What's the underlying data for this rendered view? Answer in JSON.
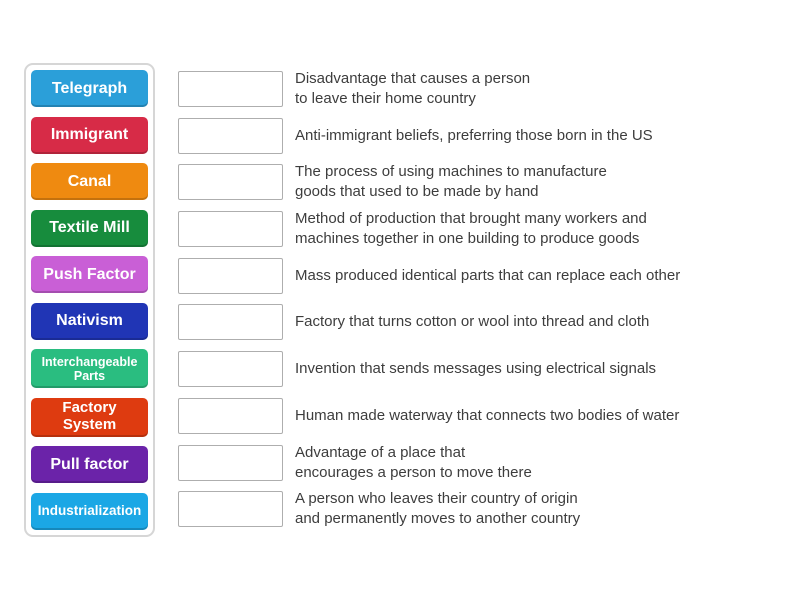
{
  "tiles": [
    {
      "label": "Telegraph",
      "color": "#2b9fd9"
    },
    {
      "label": "Immigrant",
      "color": "#d72b47"
    },
    {
      "label": "Canal",
      "color": "#ef8a10"
    },
    {
      "label": "Textile Mill",
      "color": "#178c3d"
    },
    {
      "label": "Push Factor",
      "color": "#c95fd6"
    },
    {
      "label": "Nativism",
      "color": "#2035b5"
    },
    {
      "label": "Interchangeable\nParts",
      "color": "#2abd80"
    },
    {
      "label": "Factory\nSystem",
      "color": "#de3b10"
    },
    {
      "label": "Pull factor",
      "color": "#6b23a9"
    },
    {
      "label": "Industrialization",
      "color": "#1ba7e5"
    }
  ],
  "definitions": [
    {
      "text": "Disadvantage that causes a person\nto leave their home country"
    },
    {
      "text": "Anti-immigrant beliefs, preferring those born in the US"
    },
    {
      "text": "The process of using machines to manufacture\ngoods that used to be made by hand"
    },
    {
      "text": "Method of production that brought many workers and\nmachines together in one building to produce goods"
    },
    {
      "text": "Mass produced identical parts that can replace each other"
    },
    {
      "text": "Factory that turns cotton or wool into thread and cloth"
    },
    {
      "text": "Invention that sends messages using electrical signals"
    },
    {
      "text": "Human made waterway that connects two bodies of water"
    },
    {
      "text": "Advantage of a place that\nencourages a person to move there"
    },
    {
      "text": "A person who leaves their country of origin\nand permanently moves to another country"
    }
  ]
}
